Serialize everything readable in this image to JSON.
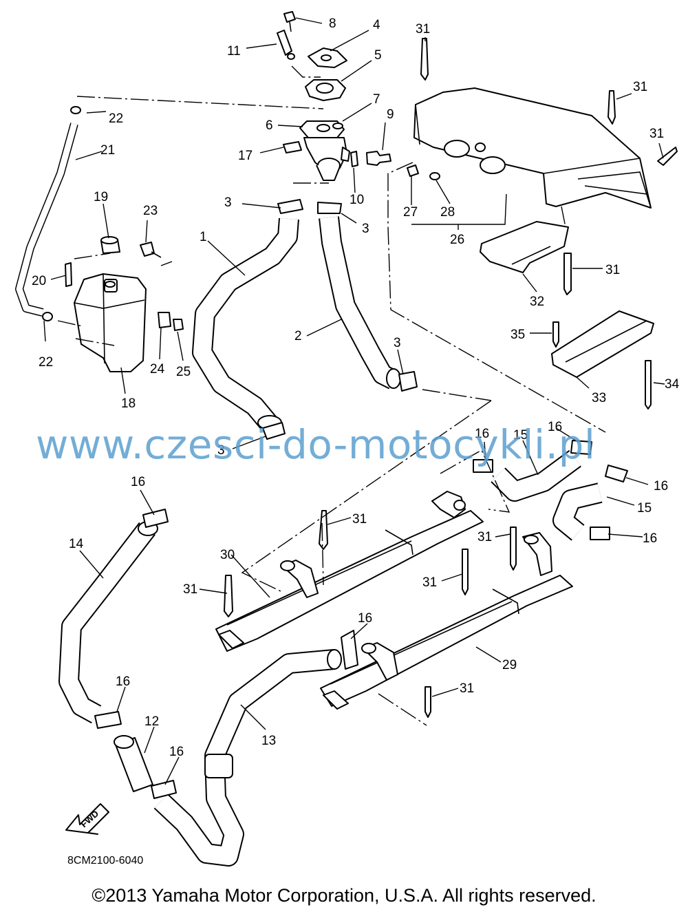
{
  "watermark": "www.czesci-do-motocykli.pl",
  "diagram_code": "8CM2100-6040",
  "copyright": "©2013 Yamaha Motor Corporation, U.S.A. All rights reserved.",
  "fwd_label": "FWD",
  "callouts": [
    "1",
    "2",
    "3",
    "4",
    "5",
    "6",
    "7",
    "8",
    "9",
    "10",
    "11",
    "12",
    "13",
    "14",
    "15",
    "16",
    "17",
    "18",
    "19",
    "20",
    "21",
    "22",
    "23",
    "24",
    "25",
    "26",
    "27",
    "28",
    "29",
    "30",
    "31",
    "32",
    "33",
    "34",
    "35"
  ]
}
